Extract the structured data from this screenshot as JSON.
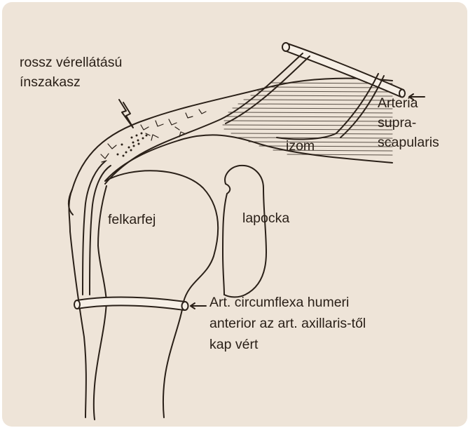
{
  "labels": {
    "poor_blood_supply_line1": "rossz vérellátású",
    "poor_blood_supply_line2": "ínszakasz",
    "artery_line1": "Arteria",
    "artery_line2": "supra-",
    "artery_line3": "scapularis",
    "muscle": "izom",
    "humeral_head": "felkarfej",
    "scapula": "lapocka",
    "circumflex_line1": "Art. circumflexa humeri",
    "circumflex_line2": "anterior az art. axillaris-től",
    "circumflex_line3": "kap vért"
  },
  "colors": {
    "background": "#eee4d8",
    "ink": "#2a2018",
    "vessel_fill": "#f6efe6"
  }
}
